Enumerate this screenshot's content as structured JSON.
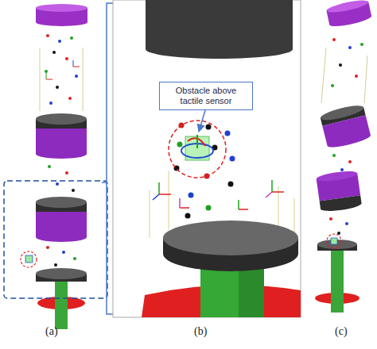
{
  "diagram": {
    "nodes": [
      {
        "text": [
          "Obstacle above tactile sensor"
        ]
      }
    ],
    "labels": [
      "(a)",
      "(b)",
      "(c)"
    ]
  }
}
